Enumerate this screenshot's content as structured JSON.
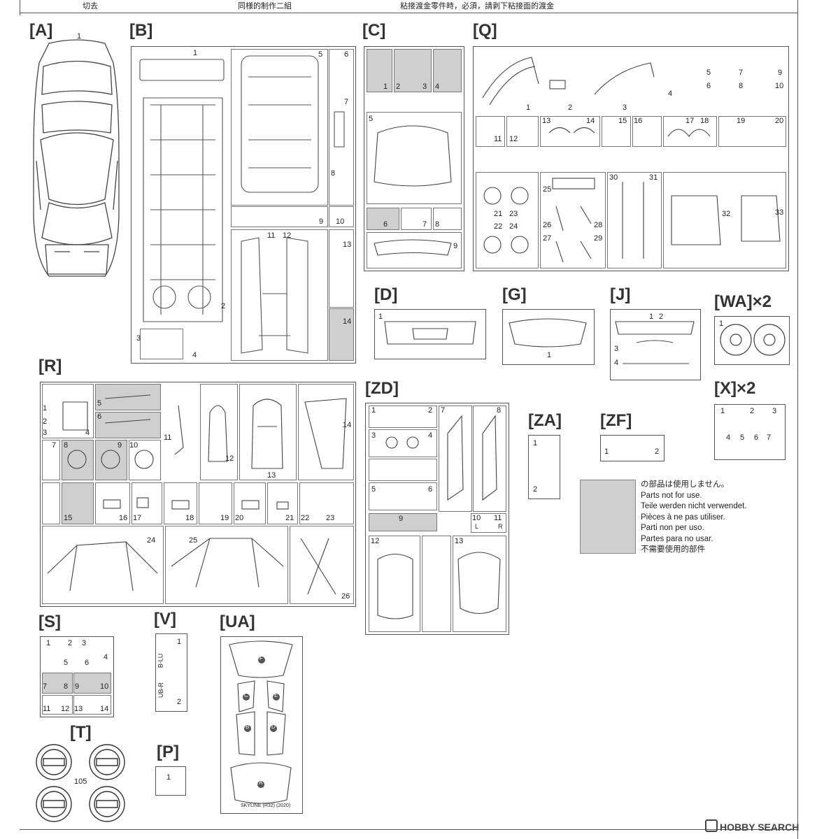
{
  "header": {
    "left": "切去",
    "center": "同様的制作二組",
    "right": "粘接渡金零件時，必須，請剥下粘接面的渡金"
  },
  "sprues": {
    "A": "[A]",
    "B": "[B]",
    "C": "[C]",
    "Q": "[Q]",
    "D": "[D]",
    "G": "[G]",
    "J": "[J]",
    "WA": "[WA]×2",
    "R": "[R]",
    "ZD": "[ZD]",
    "X": "[X]×2",
    "ZA": "[ZA]",
    "ZF": "[ZF]",
    "S": "[S]",
    "V": "[V]",
    "UA": "[UA]",
    "T": "[T]",
    "P": "[P]"
  },
  "a_nums": [
    "1"
  ],
  "b_nums": [
    "1",
    "2",
    "3",
    "4",
    "5",
    "6",
    "7",
    "8",
    "9",
    "10",
    "11",
    "12",
    "13",
    "14"
  ],
  "c_nums": [
    "1",
    "2",
    "3",
    "4",
    "5",
    "6",
    "7",
    "8",
    "9"
  ],
  "q_nums": [
    "1",
    "2",
    "3",
    "4",
    "5",
    "6",
    "7",
    "8",
    "9",
    "10",
    "11",
    "12",
    "13",
    "14",
    "15",
    "16",
    "17",
    "18",
    "19",
    "20",
    "21",
    "22",
    "23",
    "24",
    "25",
    "26",
    "27",
    "28",
    "29",
    "30",
    "31",
    "32",
    "33"
  ],
  "d_nums": [
    "1"
  ],
  "g_nums": [
    "1"
  ],
  "j_nums": [
    "1",
    "2",
    "3",
    "4"
  ],
  "wa_nums": [
    "1"
  ],
  "r_nums": [
    "1",
    "2",
    "3",
    "4",
    "5",
    "6",
    "7",
    "8",
    "9",
    "10",
    "11",
    "12",
    "13",
    "14",
    "15",
    "16",
    "17",
    "18",
    "19",
    "20",
    "21",
    "22",
    "23",
    "24",
    "25",
    "26"
  ],
  "zd_nums": [
    "1",
    "2",
    "3",
    "4",
    "5",
    "6",
    "7",
    "8",
    "9",
    "10",
    "11",
    "12",
    "13"
  ],
  "zd_lr": [
    "L",
    "R"
  ],
  "x_nums": [
    "1",
    "2",
    "3",
    "4",
    "5",
    "6",
    "7"
  ],
  "za_nums": [
    "1",
    "2"
  ],
  "zf_nums": [
    "1",
    "2"
  ],
  "s_nums": [
    "1",
    "2",
    "3",
    "4",
    "5",
    "6",
    "7",
    "8",
    "9",
    "10",
    "11",
    "12",
    "13",
    "14"
  ],
  "v_nums": [
    "1",
    "2"
  ],
  "v_tags": [
    "B-LU",
    "UB-R"
  ],
  "ua_letters": [
    "F",
    "C",
    "E",
    "B",
    "D",
    "A"
  ],
  "ua_footer": "SKYLINE (R32) (2020)",
  "t_num": "105",
  "p_nums": [
    "1"
  ],
  "legend": {
    "lines": [
      "の部品は使用しません。",
      "Parts not for use.",
      "Teile werden nicht verwendet.",
      "Pièces à ne pas utiliser.",
      "Parti non per uso.",
      "Partes para no usar.",
      "不需要使用的部件"
    ],
    "swatch_color": "#cfcfcf"
  },
  "watermark": "HOBBY SEARCH"
}
